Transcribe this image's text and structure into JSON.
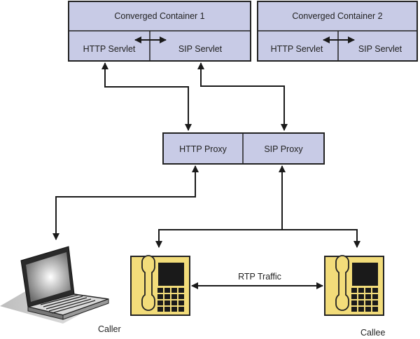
{
  "container1": {
    "title": "Converged Container 1",
    "left_label": "HTTP Servlet",
    "right_label": "SIP Servlet"
  },
  "container2": {
    "title": "Converged Container 2",
    "left_label": "HTTP Servlet",
    "right_label": "SIP Servlet"
  },
  "proxy": {
    "left_label": "HTTP Proxy",
    "right_label": "SIP Proxy"
  },
  "rtp_label": "RTP Traffic",
  "caller_label": "Caller",
  "callee_label": "Callee",
  "colors": {
    "box_fill": "#c8cbe6",
    "phone_fill": "#f2dc7a",
    "line": "#1a1a1a"
  }
}
